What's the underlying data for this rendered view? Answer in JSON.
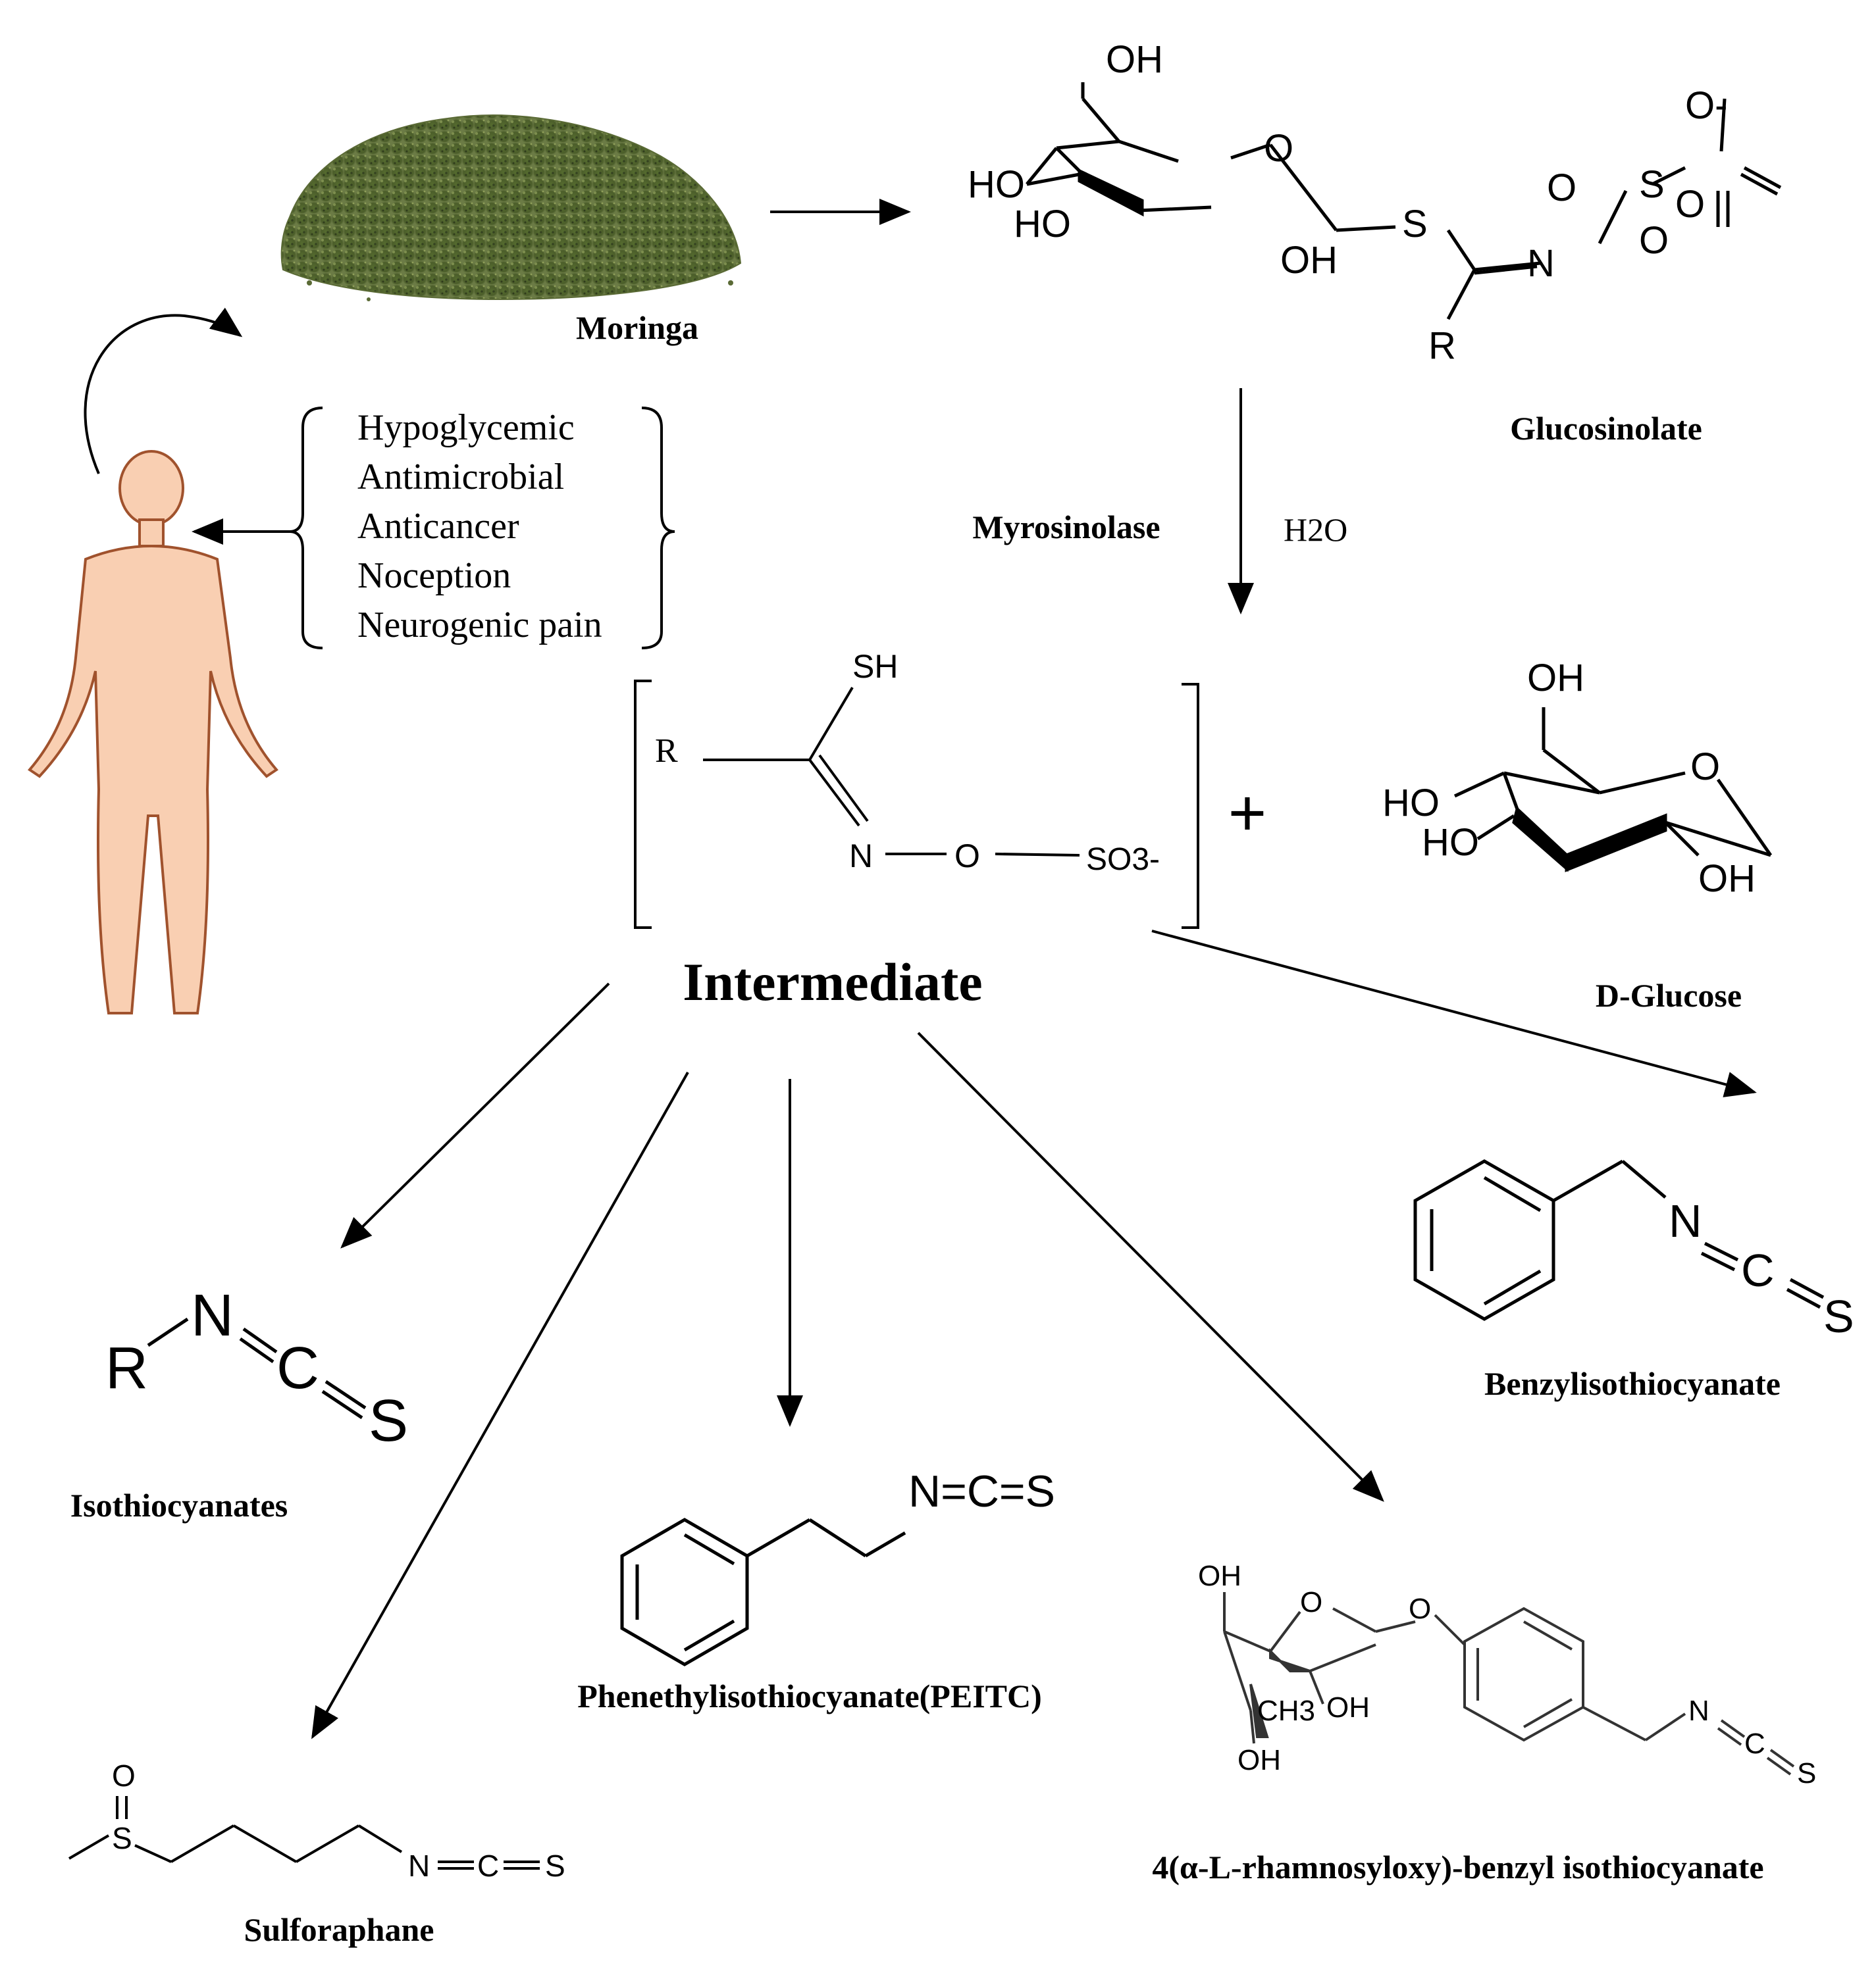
{
  "labels": {
    "moringa": "Moringa",
    "glucosinolate": "Glucosinolate",
    "enzyme": "Myrosinolase",
    "water": "H2O",
    "intermediate": "Intermediate",
    "dglucose": "D-Glucose",
    "isothiocyanates": "Isothiocyanates",
    "benzyl": "Benzylisothiocyanate",
    "peitc": "Phenethylisothiocyanate(PEITC)",
    "sulforaphane": "Sulforaphane",
    "rhamno": "4(α-L-rhamnosyloxy)-benzyl isothiocyanate",
    "plus": "+"
  },
  "effects": [
    "Hypoglycemic",
    "Antimicrobial",
    "Anticancer",
    "Noception",
    "Neurogenic pain"
  ],
  "atoms": {
    "oh": "OH",
    "ho": "HO",
    "o": "O",
    "s": "S",
    "n": "N",
    "r": "R",
    "sh": "SH",
    "so3": "SO3-",
    "ocharge": "O-",
    "ch3": "CH3",
    "c": "C",
    "ncs": "N=C=S"
  },
  "colors": {
    "skin": "#f9cfb2",
    "skin_outline": "#a0522d",
    "powder_dark": "#4a5a2a",
    "powder_light": "#7a8a4a"
  }
}
